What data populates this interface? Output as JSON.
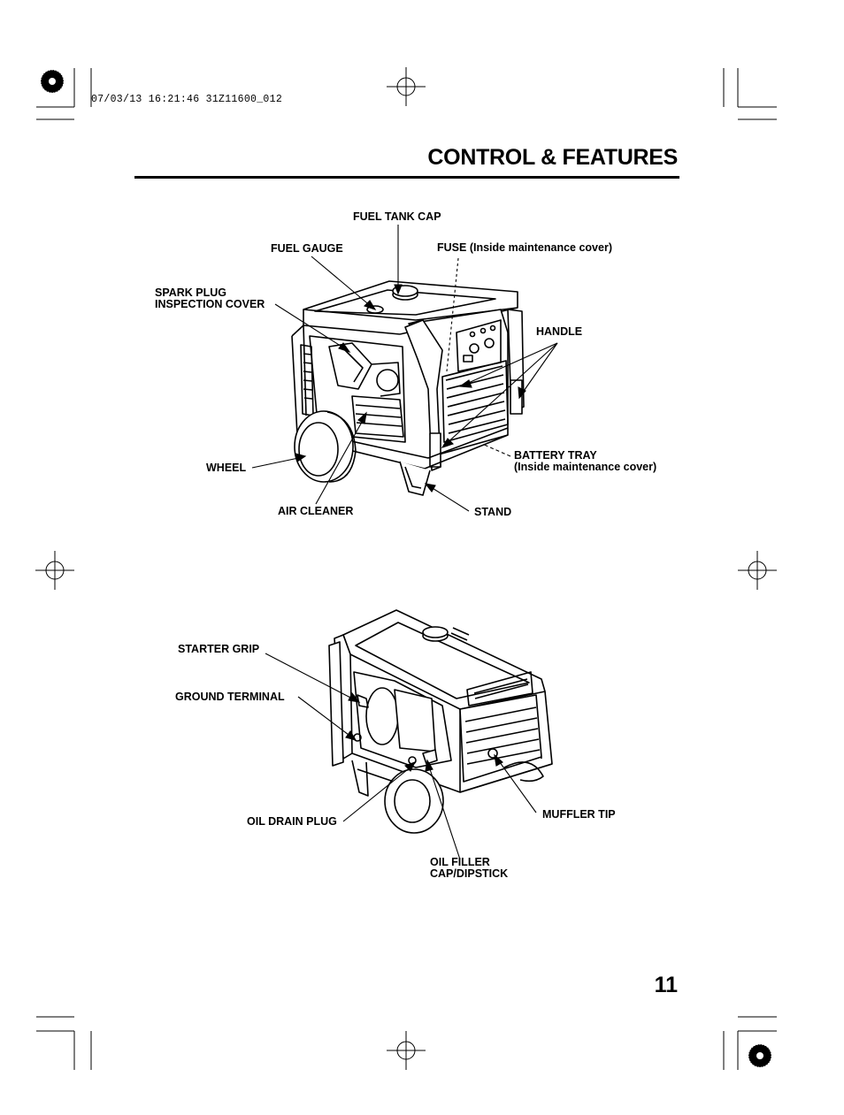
{
  "print_meta": "07/03/13 16:21:46 31Z11600_012",
  "page_title": "CONTROL & FEATURES",
  "page_number": "11",
  "front_view": {
    "fuel_tank_cap": "FUEL TANK CAP",
    "fuel_gauge": "FUEL GAUGE",
    "fuse_main": "FUSE",
    "fuse_note": "(Inside maintenance cover)",
    "spark_plug_line1": "SPARK PLUG",
    "spark_plug_line2": "INSPECTION COVER",
    "handle": "HANDLE",
    "battery_tray_line1": "BATTERY TRAY",
    "battery_tray_line2": "(Inside maintenance cover)",
    "wheel": "WHEEL",
    "air_cleaner": "AIR CLEANER",
    "stand": "STAND"
  },
  "rear_view": {
    "starter_grip": "STARTER GRIP",
    "ground_terminal": "GROUND TERMINAL",
    "oil_drain_plug": "OIL DRAIN PLUG",
    "muffler_tip": "MUFFLER TIP",
    "oil_filler_line1": "OIL FILLER",
    "oil_filler_line2": "CAP/DIPSTICK"
  }
}
